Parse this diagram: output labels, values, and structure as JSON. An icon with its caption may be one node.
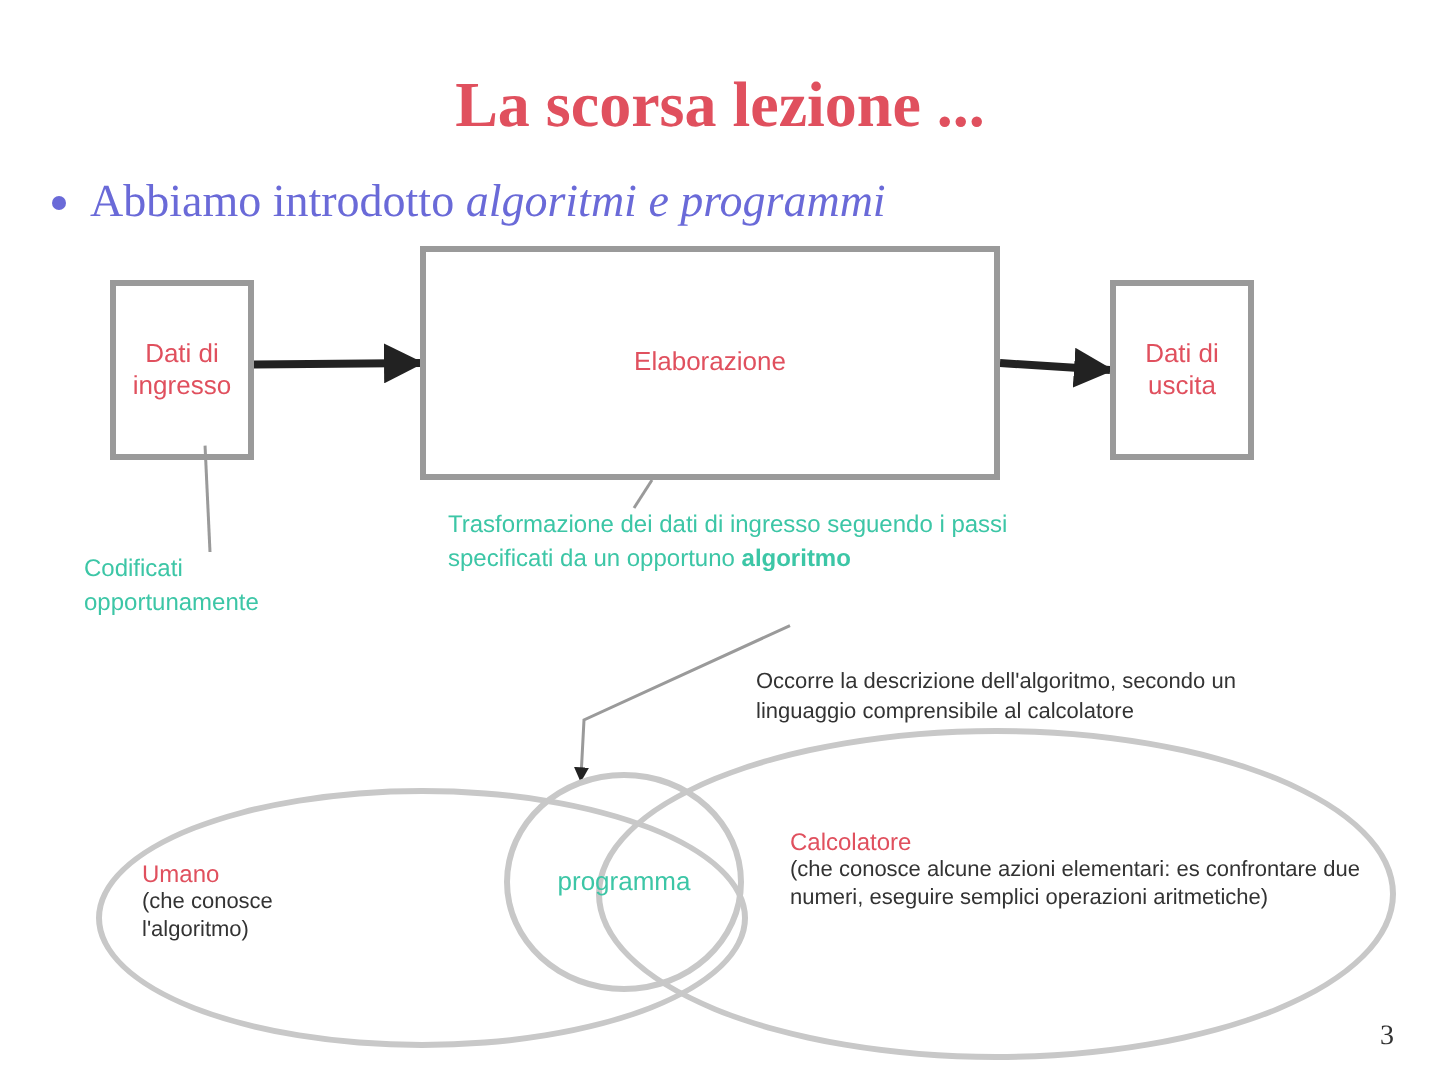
{
  "diagram": {
    "title": "La scorsa lezione ...",
    "nodes": [
      {
        "text": [
          "Dati di ingresso"
        ]
      },
      {
        "text": [
          "Elaborazione"
        ]
      },
      {
        "text": [
          "Dati di uscita"
        ]
      },
      {
        "text": [
          "Codificati opportunamente"
        ]
      },
      {
        "text": [
          "Trasformazione dei dati di ingresso seguendo i passi specificati da un opportuno **algoritmo**"
        ]
      },
      {
        "text": [
          "Umano",
          "(che conosce l'algoritmo)"
        ]
      },
      {
        "text": [
          "Calcolatore",
          "(che conosce alcune azioni elementari: es confrontare due numeri, eseguire semplici operazioni aritmetiche)"
        ]
      },
      {
        "text": [
          "programma"
        ]
      }
    ],
    "edges": [
      {
        "from": 0,
        "to": 1,
        "arrow": "to",
        "style": "thick",
        "color": "#222222"
      },
      {
        "from": 1,
        "to": 2,
        "arrow": "to",
        "style": "thick",
        "color": "#222222"
      },
      {
        "from": 3,
        "to": 0,
        "arrow": "none"
      },
      {
        "from": 4,
        "to": 1,
        "arrow": "none"
      },
      {
        "from": 4,
        "to": 7,
        "arrow": "to"
      }
    ],
    "labels": [
      "Abbiamo introdotto *algoritmi e programmi*",
      "Occorre la descrizione dell'algoritmo, secondo un linguaggio comprensibile al calcolatore",
      "3"
    ]
  }
}
